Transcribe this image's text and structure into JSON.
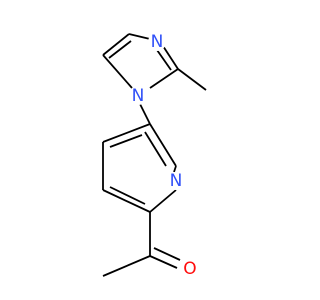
{
  "molecule": {
    "colors": {
      "bond": "#000000",
      "nitrogen": "#3050F8",
      "oxygen": "#FF0D0D",
      "background": "#ffffff"
    },
    "atoms": {
      "imidazole_n3": {
        "label": "N",
        "color": "nitrogen"
      },
      "imidazole_n1": {
        "label": "N",
        "color": "nitrogen"
      },
      "pyridine_n": {
        "label": "N",
        "color": "nitrogen"
      },
      "carbonyl_o": {
        "label": "O",
        "color": "oxygen"
      }
    }
  }
}
